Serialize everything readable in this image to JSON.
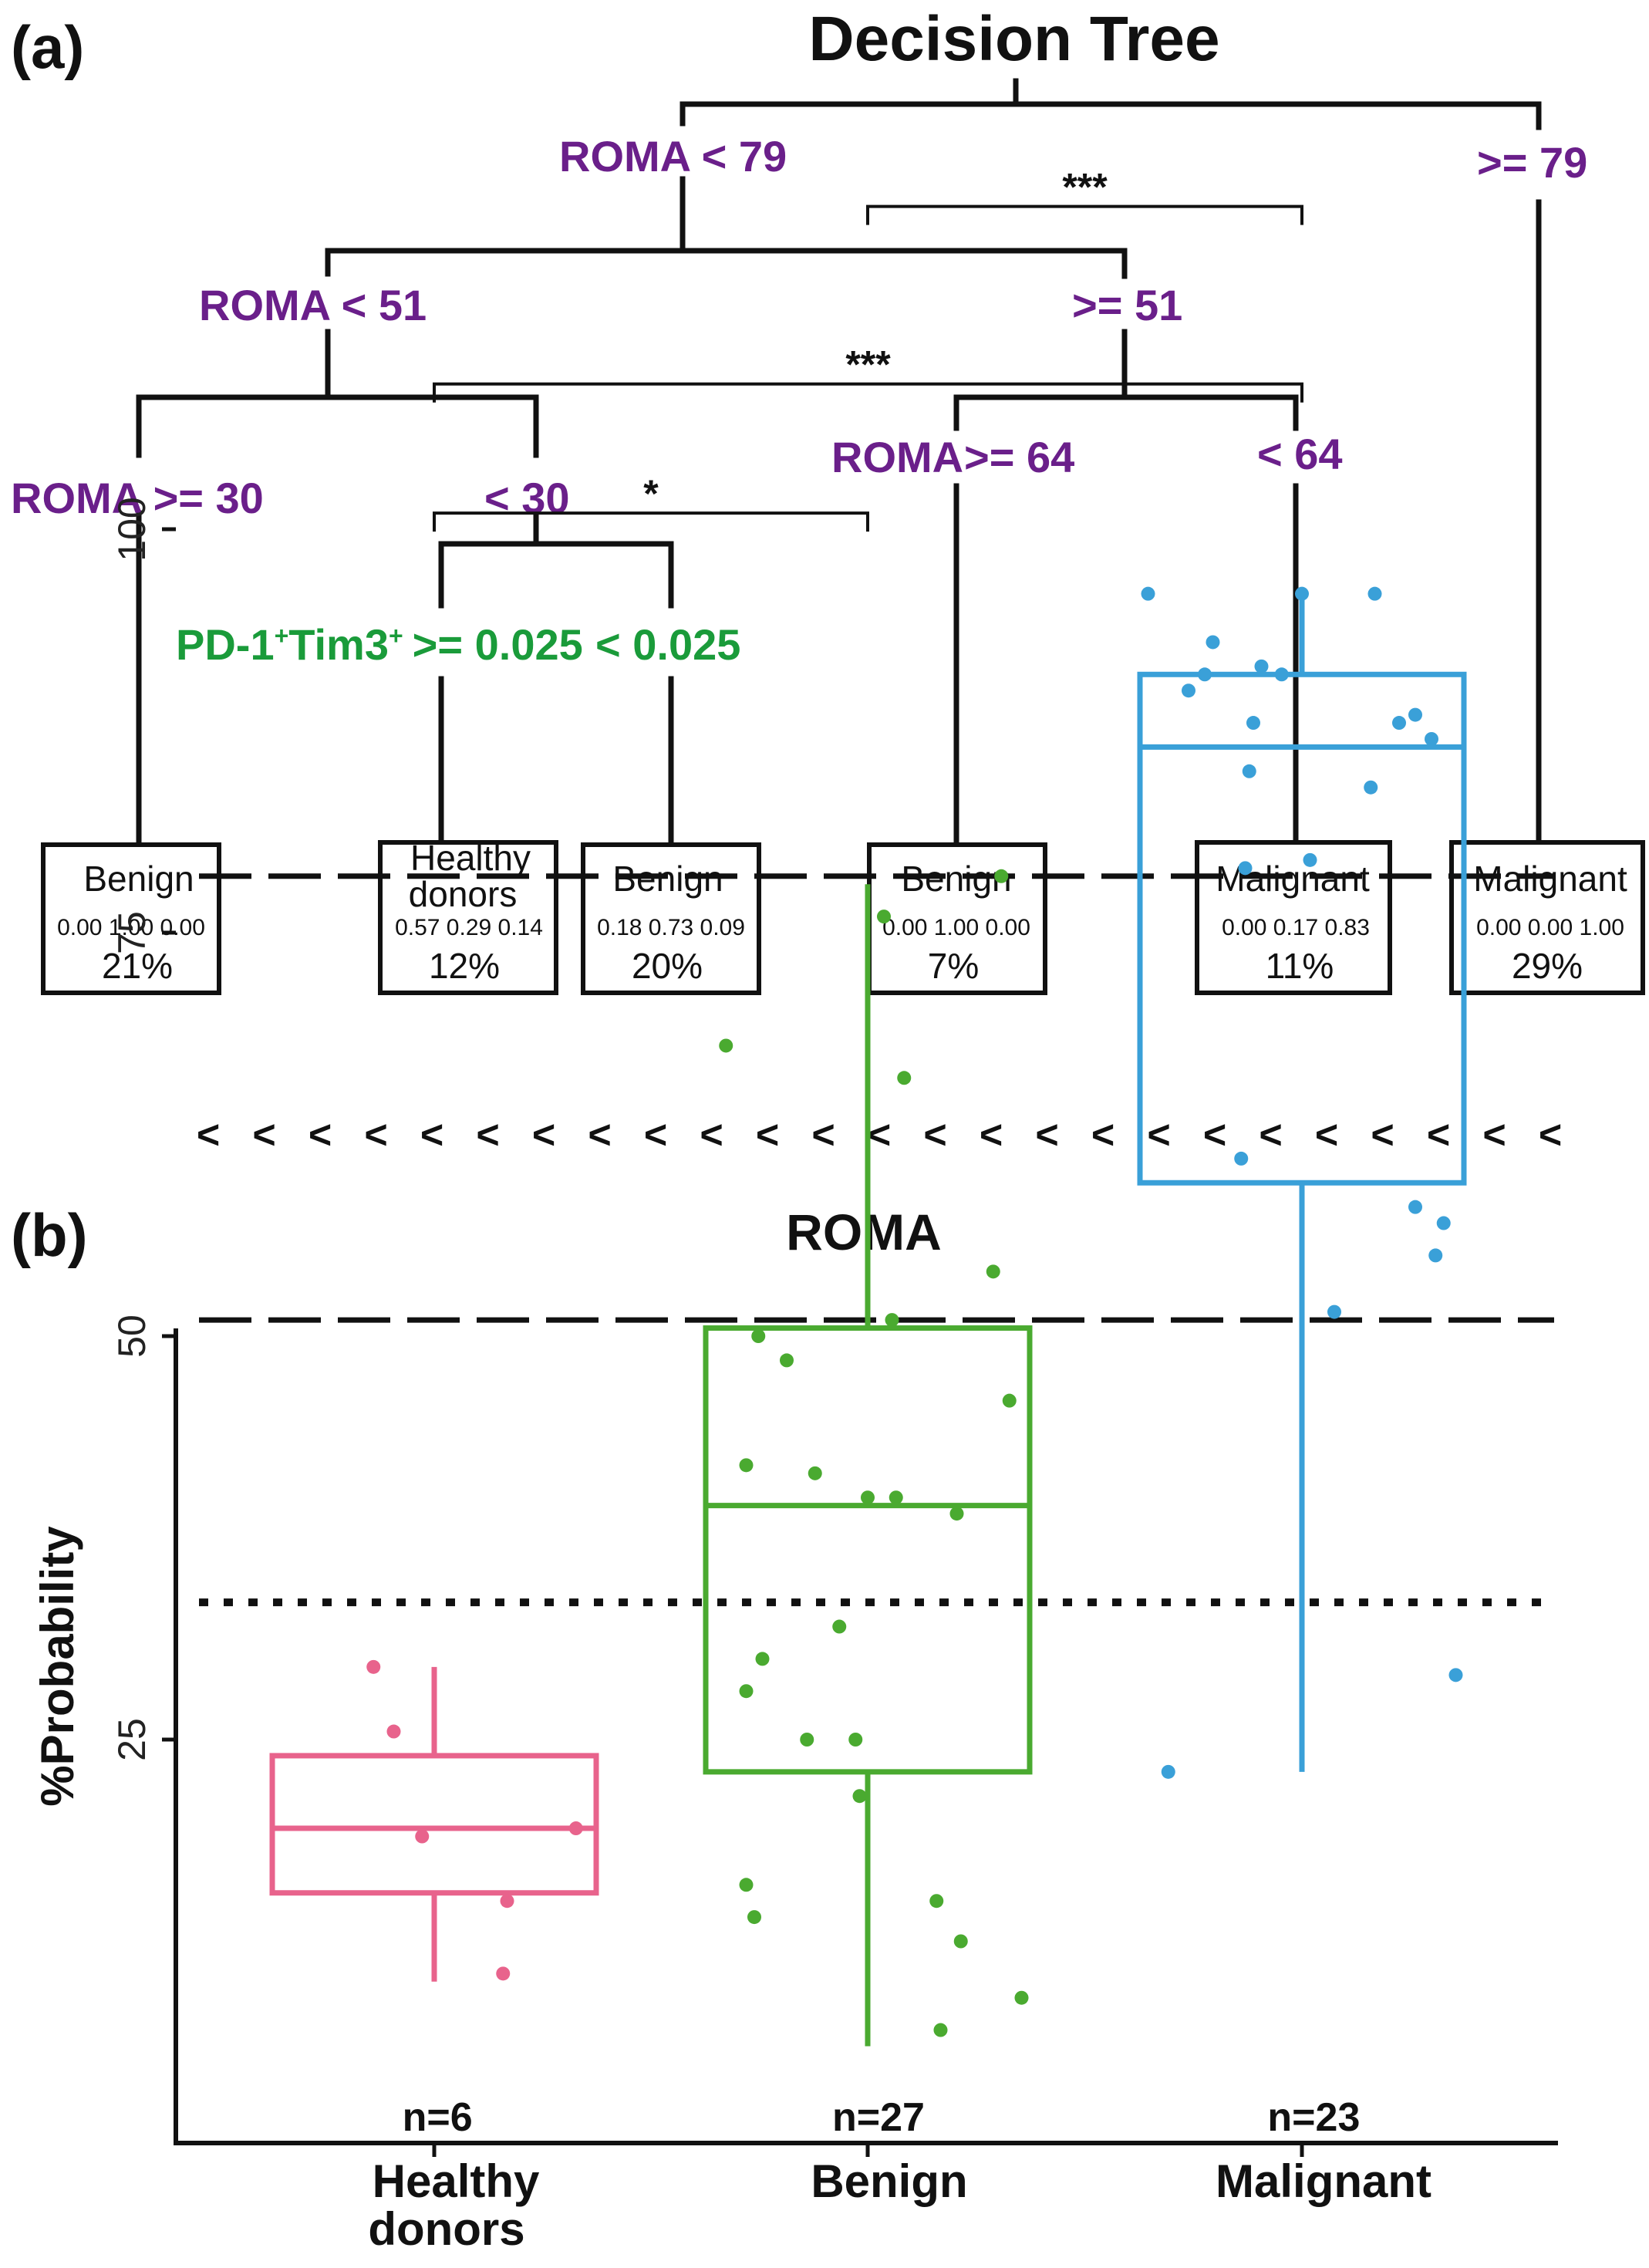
{
  "panel_a": {
    "label": "(a)",
    "title": "Decision Tree",
    "splits": {
      "root_left": "ROMA < 79",
      "root_right": ">= 79",
      "l1_left": "ROMA < 51",
      "l1_right": ">= 51",
      "l2a_left": "ROMA >= 30",
      "l2a_right": "< 30",
      "l2b_left_var": "ROMA",
      "l2b_left_thr": ">= 64",
      "l2b_right": "< 64",
      "l3_left_prefix": "PD-1",
      "l3_left_sup1": "+",
      "l3_left_mid": "Tim3",
      "l3_left_sup2": "+",
      "l3_left_thr": ">=  0.025",
      "l3_right": "< 0.025"
    },
    "leaves": [
      {
        "name": "Benign",
        "probs": "0.00  1.00  0.00",
        "pct": "21%"
      },
      {
        "name": "Healthy",
        "name2": "donors",
        "probs": "0.57  0.29  0.14",
        "pct": "12%"
      },
      {
        "name": "Benign",
        "probs": "0.18  0.73  0.09",
        "pct": "20%"
      },
      {
        "name": "Benign",
        "probs": "0.00  1.00  0.00",
        "pct": "7%"
      },
      {
        "name": "Malignant",
        "probs": "0.00  0.17  0.83",
        "pct": "11%"
      },
      {
        "name": "Malignant",
        "probs": "0.00  0.00  1.00",
        "pct": "29%"
      }
    ]
  },
  "panel_b": {
    "label": "(b)"
  },
  "chart_data": {
    "type": "box",
    "title": "ROMA",
    "xlabel": "",
    "ylabel": "%Probability",
    "ylim": [
      0,
      125
    ],
    "yticks": [
      "25",
      "50",
      "75",
      "100"
    ],
    "categories": [
      "Healthy donors",
      "Benign",
      "Malignant"
    ],
    "category_lines": [
      [
        "Healthy",
        "donors"
      ],
      [
        "Benign"
      ],
      [
        "Malignant"
      ]
    ],
    "n_labels": [
      "n=6",
      "n=27",
      "n=23"
    ],
    "colors": [
      "#e8638c",
      "#4aaa30",
      "#3aa0d8"
    ],
    "boxes": [
      {
        "min": 10,
        "q1": 15.5,
        "median": 19.5,
        "q3": 24,
        "max": 29.5
      },
      {
        "min": 6,
        "q1": 23,
        "median": 39.5,
        "q3": 50.5,
        "max": 78
      },
      {
        "min": 23,
        "q1": 59.5,
        "median": 86.5,
        "q3": 91,
        "max": 96
      }
    ],
    "points": [
      [
        [
          -0.15,
          29.5
        ],
        [
          -0.1,
          25.5
        ],
        [
          -0.03,
          19
        ],
        [
          0.18,
          15
        ],
        [
          0.17,
          10.5
        ],
        [
          0.35,
          19.5
        ]
      ],
      [
        [
          -0.35,
          68
        ],
        [
          -0.3,
          16
        ],
        [
          -0.3,
          42
        ],
        [
          -0.28,
          14
        ],
        [
          -0.3,
          28
        ],
        [
          -0.27,
          50
        ],
        [
          -0.26,
          30
        ],
        [
          -0.2,
          48.5
        ],
        [
          -0.15,
          25
        ],
        [
          -0.13,
          41.5
        ],
        [
          -0.07,
          32
        ],
        [
          -0.03,
          25
        ],
        [
          -0.02,
          21.5
        ],
        [
          0.0,
          40
        ],
        [
          0.04,
          76
        ],
        [
          0.06,
          51
        ],
        [
          0.07,
          40
        ],
        [
          0.09,
          66
        ],
        [
          0.17,
          15
        ],
        [
          0.18,
          7
        ],
        [
          0.22,
          39
        ],
        [
          0.23,
          12.5
        ],
        [
          0.31,
          54
        ],
        [
          0.33,
          78.5
        ],
        [
          0.35,
          46
        ],
        [
          0.38,
          9
        ]
      ],
      [
        [
          -0.38,
          96
        ],
        [
          -0.33,
          23
        ],
        [
          -0.28,
          90
        ],
        [
          -0.24,
          91
        ],
        [
          -0.22,
          93
        ],
        [
          -0.13,
          85
        ],
        [
          -0.12,
          88
        ],
        [
          -0.15,
          61
        ],
        [
          -0.14,
          79
        ],
        [
          -0.1,
          91.5
        ],
        [
          -0.05,
          91
        ],
        [
          0.0,
          96
        ],
        [
          0.02,
          79.5
        ],
        [
          0.08,
          51.5
        ],
        [
          0.17,
          84
        ],
        [
          0.18,
          96
        ],
        [
          0.24,
          88
        ],
        [
          0.28,
          88.5
        ],
        [
          0.28,
          58
        ],
        [
          0.32,
          87
        ],
        [
          0.33,
          55
        ],
        [
          0.35,
          57
        ],
        [
          0.38,
          29
        ]
      ]
    ],
    "reference_lines": [
      {
        "y": 78.5,
        "style": "long-dash"
      },
      {
        "y": 51,
        "style": "long-dash"
      },
      {
        "y": 33.5,
        "style": "dotted"
      }
    ],
    "arrow_row": {
      "y": 62.5,
      "glyph": "<"
    },
    "significance": [
      {
        "from": 0,
        "to": 1,
        "label": "*",
        "y": 101
      },
      {
        "from": 0,
        "to": 2,
        "label": "***",
        "y": 109
      },
      {
        "from": 1,
        "to": 2,
        "label": "***",
        "y": 120
      }
    ]
  }
}
